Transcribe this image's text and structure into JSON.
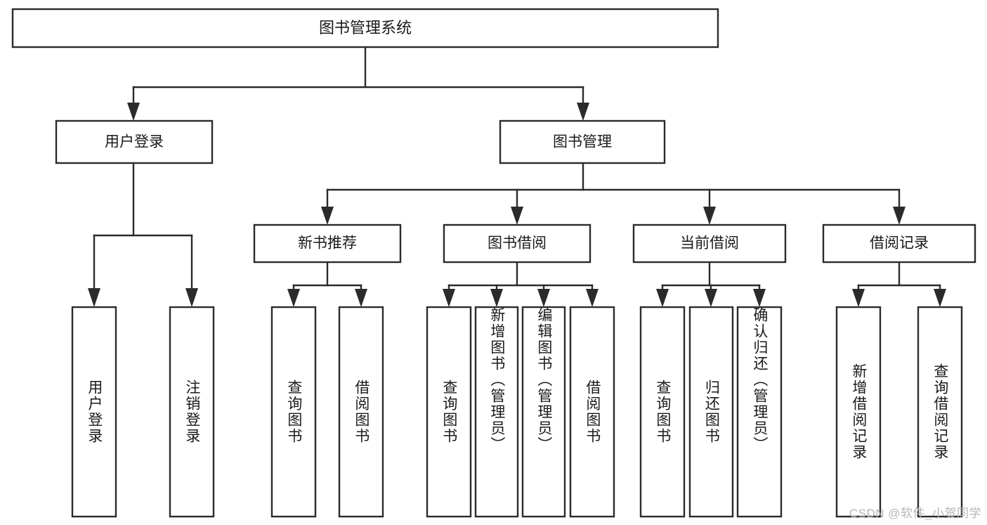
{
  "diagram": {
    "title": "图书管理系统",
    "type": "tree",
    "watermark": "CSDN @软件_小贺同学",
    "colors": {
      "box_stroke": "#2b2b2b",
      "box_fill": "#ffffff",
      "text": "#1a1a1a",
      "connector": "#2b2b2b",
      "background": "#ffffff",
      "watermark": "#b6b6b6"
    },
    "levels": {
      "root": "图书管理系统",
      "level2": [
        "用户登录",
        "图书管理"
      ],
      "level3": [
        "新书推荐",
        "图书借阅",
        "当前借阅",
        "借阅记录"
      ]
    },
    "nodes": {
      "root": {
        "label": "图书管理系统",
        "level": 1
      },
      "user_login": {
        "label": "用户登录",
        "level": 2
      },
      "book_manage": {
        "label": "图书管理",
        "level": 2
      },
      "new_book_rec": {
        "label": "新书推荐",
        "level": 3
      },
      "book_borrow": {
        "label": "图书借阅",
        "level": 3
      },
      "current_borrow": {
        "label": "当前借阅",
        "level": 3
      },
      "borrow_record": {
        "label": "借阅记录",
        "level": 3
      }
    },
    "leaves": {
      "user_login": [
        "用户登录",
        "注销登录"
      ],
      "new_book_rec": [
        "查询图书",
        "借阅图书"
      ],
      "book_borrow": [
        "查询图书",
        "新增图书（管理员）",
        "编辑图书（管理员）",
        "借阅图书"
      ],
      "current_borrow": [
        "查询图书",
        "归还图书",
        "确认归还（管理员）"
      ],
      "borrow_record": [
        "新增借阅记录",
        "查询借阅记录"
      ]
    },
    "edges": [
      {
        "from": "root",
        "to": "user_login"
      },
      {
        "from": "root",
        "to": "book_manage"
      },
      {
        "from": "book_manage",
        "to": "new_book_rec"
      },
      {
        "from": "book_manage",
        "to": "book_borrow"
      },
      {
        "from": "book_manage",
        "to": "current_borrow"
      },
      {
        "from": "book_manage",
        "to": "borrow_record"
      },
      {
        "from": "user_login",
        "to": "用户登录"
      },
      {
        "from": "user_login",
        "to": "注销登录"
      },
      {
        "from": "new_book_rec",
        "to": "查询图书"
      },
      {
        "from": "new_book_rec",
        "to": "借阅图书"
      },
      {
        "from": "book_borrow",
        "to": "查询图书"
      },
      {
        "from": "book_borrow",
        "to": "新增图书（管理员）"
      },
      {
        "from": "book_borrow",
        "to": "编辑图书（管理员）"
      },
      {
        "from": "book_borrow",
        "to": "借阅图书"
      },
      {
        "from": "current_borrow",
        "to": "查询图书"
      },
      {
        "from": "current_borrow",
        "to": "归还图书"
      },
      {
        "from": "current_borrow",
        "to": "确认归还（管理员）"
      },
      {
        "from": "borrow_record",
        "to": "新增借阅记录"
      },
      {
        "from": "borrow_record",
        "to": "查询借阅记录"
      }
    ]
  }
}
